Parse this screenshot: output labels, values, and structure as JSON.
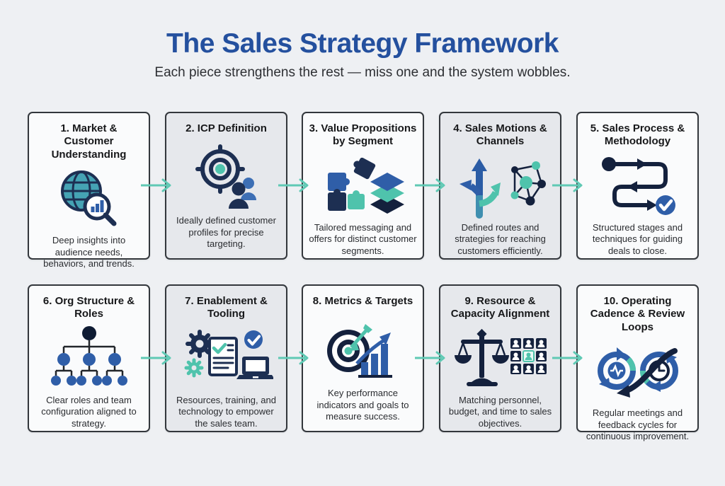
{
  "header": {
    "title": "The Sales Strategy Framework",
    "subtitle": "Each piece strengthens the rest — miss one and the system wobbles."
  },
  "palette": {
    "title_blue": "#24509e",
    "navy": "#1d2f52",
    "dark_navy": "#14213d",
    "blue": "#2f5ea8",
    "teal": "#4fc3ac",
    "arrow_teal": "#5fc9b4",
    "card_light": "#fafbfc",
    "card_gray": "#e6e8ec",
    "background": "#eef0f3"
  },
  "cards": [
    {
      "title": "1. Market & Customer Understanding",
      "description": "Deep insights into audience needs, behaviors, and trends.",
      "icon": "globe-magnifier-chart-icon"
    },
    {
      "title": "2. ICP Definition",
      "description": "Ideally defined customer profiles for precise targeting.",
      "icon": "target-people-icon"
    },
    {
      "title": "3. Value Propositions by Segment",
      "description": "Tailored messaging and offers for distinct customer segments.",
      "icon": "puzzle-layers-icon"
    },
    {
      "title": "4. Sales Motions & Channels",
      "description": "Defined routes and strategies for reaching customers efficiently.",
      "icon": "branching-arrows-network-icon"
    },
    {
      "title": "5. Sales Process & Methodology",
      "description": "Structured stages and techniques for guiding deals to close.",
      "icon": "process-flow-check-icon"
    },
    {
      "title": "6. Org Structure & Roles",
      "description": "Clear roles and team configuration aligned to strategy.",
      "icon": "org-chart-icon"
    },
    {
      "title": "7. Enablement & Tooling",
      "description": "Resources, training, and technology to empower the sales team.",
      "icon": "gears-doc-laptop-icon"
    },
    {
      "title": "8. Metrics & Targets",
      "description": "Key performance indicators and goals to measure success.",
      "icon": "bullseye-growth-chart-icon"
    },
    {
      "title": "9. Resource & Capacity Alignment",
      "description": "Matching personnel, budget, and time to sales objectives.",
      "icon": "scale-people-grid-icon"
    },
    {
      "title": "10. Operating Cadence & Review Loops",
      "description": "Regular meetings and feedback cycles for continuous improvement.",
      "icon": "cycle-loops-clock-icon"
    }
  ],
  "connector": {
    "style": "teal-arrow"
  }
}
